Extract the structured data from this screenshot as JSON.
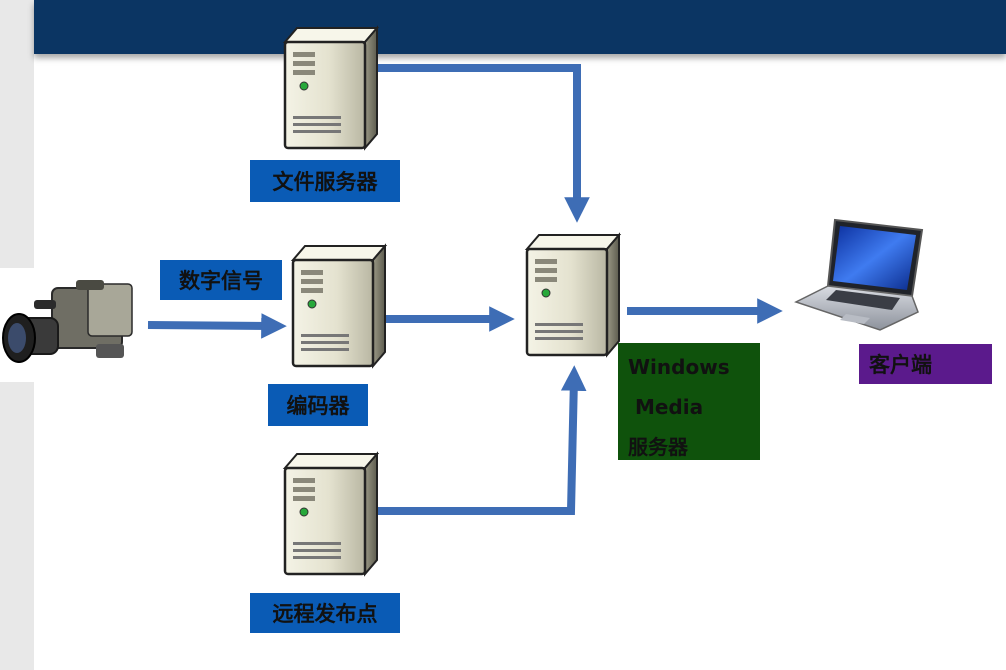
{
  "colors": {
    "header_band": "#0b3563",
    "arrow": "#3e6db5",
    "label_blue": "#0a5bb5",
    "label_green": "#0f520c",
    "label_purple": "#5b1a8c"
  },
  "nodes": {
    "file_server": {
      "label": "文件服务器",
      "icon": "server-icon"
    },
    "encoder": {
      "label": "编码器",
      "icon": "server-icon"
    },
    "remote_point": {
      "label": "远程发布点",
      "icon": "server-icon"
    },
    "wms": {
      "label_lines": [
        "Windows",
        " Media",
        "服务器"
      ],
      "icon": "server-icon"
    },
    "client": {
      "label": "客户端",
      "icon": "laptop-icon"
    },
    "camera": {
      "icon": "video-camera-icon"
    }
  },
  "edges": {
    "signal_label": "数字信号"
  }
}
